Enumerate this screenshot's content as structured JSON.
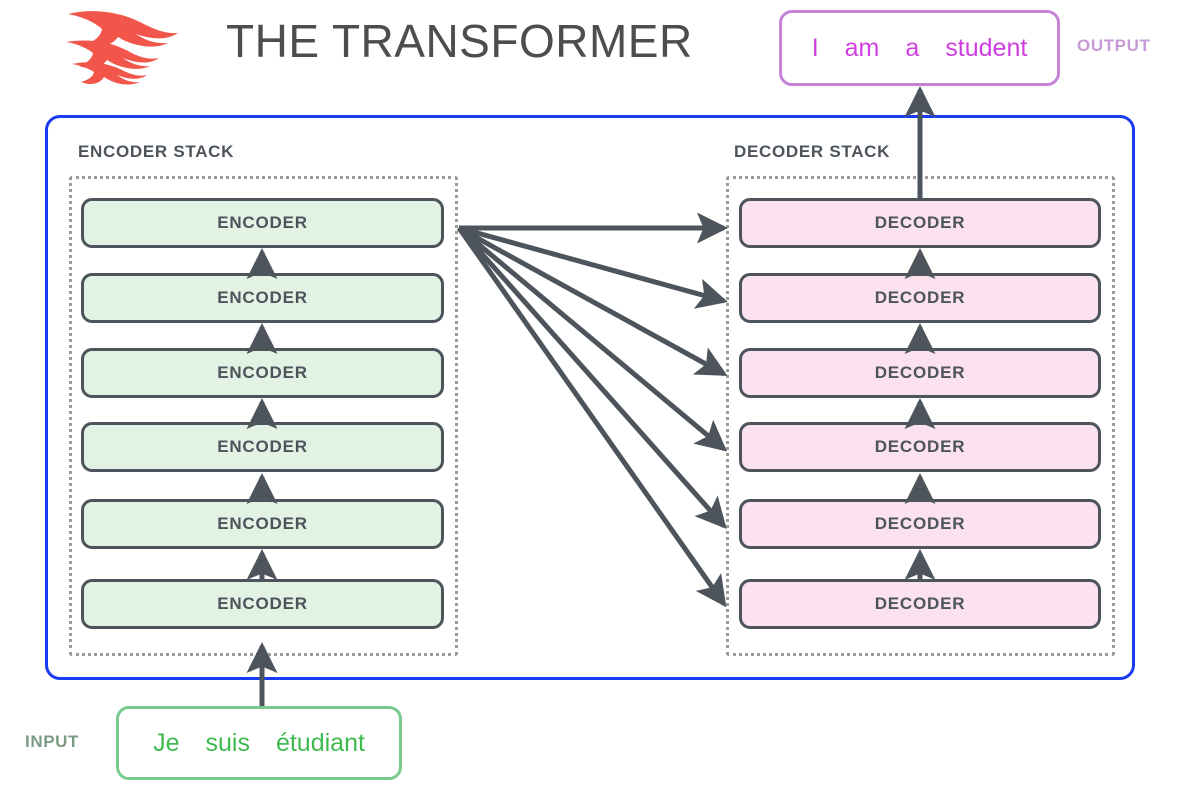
{
  "header": {
    "title": "THE TRANSFORMER",
    "logo_icon": "flame-logo-icon",
    "logo_color": "#f2564b"
  },
  "output": {
    "label": "OUTPUT",
    "tokens": [
      "I",
      "am",
      "a",
      "student"
    ],
    "border_color": "#c583d7",
    "text_color": "#cf3fe0",
    "label_color": "#c69ad4"
  },
  "input": {
    "label": "INPUT",
    "tokens": [
      "Je",
      "suis",
      "étudiant"
    ],
    "border_color": "#79cb8d",
    "text_color": "#3fba4f",
    "label_color": "#7d9a85"
  },
  "model": {
    "frame_color": "#1a3cf0",
    "arrow_color": "#4d545c"
  },
  "encoder_stack": {
    "label": "ENCODER STACK",
    "layer_label": "ENCODER",
    "count": 6,
    "fill_color": "#e2f2e3",
    "border_color": "#4d545c",
    "layers": [
      {
        "label": "ENCODER"
      },
      {
        "label": "ENCODER"
      },
      {
        "label": "ENCODER"
      },
      {
        "label": "ENCODER"
      },
      {
        "label": "ENCODER"
      },
      {
        "label": "ENCODER"
      }
    ]
  },
  "decoder_stack": {
    "label": "DECODER STACK",
    "layer_label": "DECODER",
    "count": 6,
    "fill_color": "#fce1ef",
    "border_color": "#4d545c",
    "layers": [
      {
        "label": "DECODER"
      },
      {
        "label": "DECODER"
      },
      {
        "label": "DECODER"
      },
      {
        "label": "DECODER"
      },
      {
        "label": "DECODER"
      },
      {
        "label": "DECODER"
      }
    ]
  }
}
